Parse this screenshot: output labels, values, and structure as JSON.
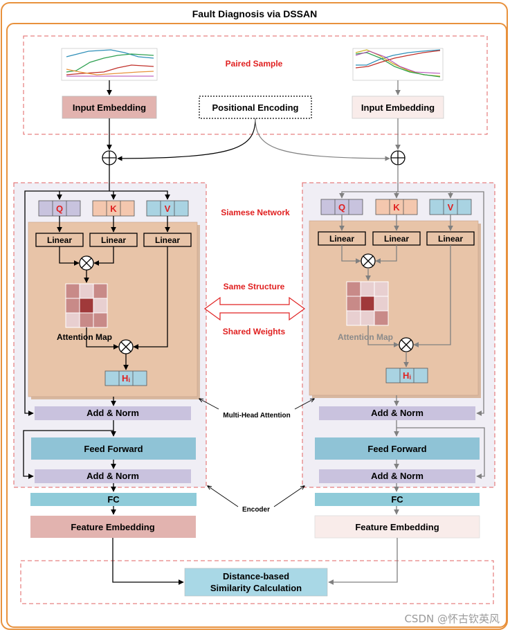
{
  "title": "Fault Diagnosis via DSSAN",
  "labels": {
    "paired_sample": "Paired Sample",
    "input_embedding": "Input Embedding",
    "positional_encoding": "Positional Encoding",
    "siamese_network": "Siamese Network",
    "same_structure": "Same Structure",
    "shared_weights": "Shared Weights",
    "q": "Q",
    "k": "K",
    "v": "V",
    "linear": "Linear",
    "attention_map": "Attention Map",
    "h_main": "H",
    "h_sub": "i",
    "add_norm": "Add & Norm",
    "feed_forward": "Feed Forward",
    "fc": "FC",
    "feature_embedding": "Feature Embedding",
    "multi_head_attention": "Multi-Head Attention",
    "encoder": "Encoder",
    "distance_line1": "Distance-based",
    "distance_line2": "Similarity Calculation"
  },
  "watermark": "CSDN @怀古钦英风",
  "colors": {
    "frame_orange": "#E8913C",
    "dashed_red": "#E06060",
    "label_red": "#E02020",
    "q_purple": "#C8C3DE",
    "k_peach": "#F4C7AE",
    "v_blue": "#A9D3E2",
    "attention_bg": "#E8C4A8",
    "left_embed": "#E2B3AF",
    "right_embed": "#F9ECEA",
    "add_norm": "#C9C2DE",
    "feed_forward": "#8FC3D6",
    "fc": "#8FCBD9",
    "distance_box": "#A9D8E6",
    "heat_dark": "#A0393A",
    "heat_mid": "#C88A88",
    "heat_light": "#E8CFD0",
    "line_gray": "#808080"
  }
}
